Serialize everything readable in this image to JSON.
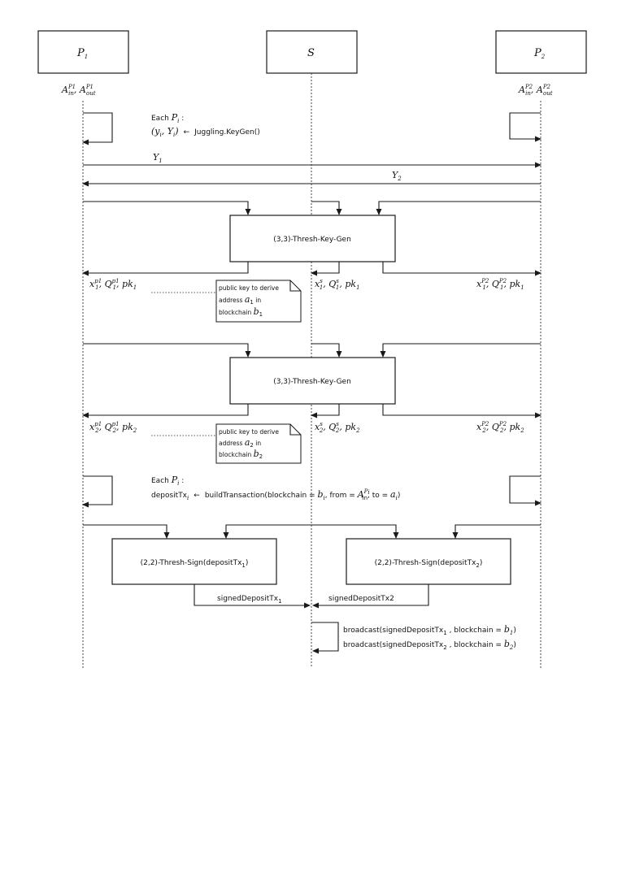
{
  "participants": {
    "p1": {
      "label": "P",
      "sub": "1"
    },
    "s": {
      "label": "S"
    },
    "p2": {
      "label": "P",
      "sub": "2"
    }
  },
  "accounts": {
    "p1": {
      "a": "A",
      "in_sup": "P1",
      "in_sub": "in",
      "sep": ", ",
      "out_sup": "P1",
      "out_sub": "out"
    },
    "p2": {
      "a": "A",
      "in_sup": "P2",
      "in_sub": "in",
      "sep": ", ",
      "out_sup": "P2",
      "out_sub": "out"
    }
  },
  "step1": {
    "each": "Each ",
    "pi": "P",
    "i": "i",
    "colon": " :",
    "keypair": "(y",
    "comma": ", Y",
    "close": ")",
    "arrow": "←",
    "call": "Juggling.KeyGen()"
  },
  "y1": {
    "label": "Y",
    "sub": "1"
  },
  "y2": {
    "label": "Y",
    "sub": "2"
  },
  "keygen1": {
    "label": "(3,3)-Thresh-Key-Gen",
    "out_p1": {
      "x": "x",
      "x_sup": "p1",
      "x_sub": "1",
      "q": ", Q",
      "q_sup": "p1",
      "q_sub": "1",
      "pk": ", pk",
      "pk_sub": "1"
    },
    "out_s": {
      "x": "x",
      "x_sup": "s",
      "x_sub": "1",
      "q": ", Q",
      "q_sup": "s",
      "q_sub": "1",
      "pk": ", pk",
      "pk_sub": "1"
    },
    "out_p2": {
      "x": "x",
      "x_sup": "P2",
      "x_sub": "1",
      "q": ", Q",
      "q_sup": "P2",
      "q_sub": "1",
      "pk": ", pk",
      "pk_sub": "1"
    },
    "note": {
      "l1": "public key to derive",
      "l2a": "address ",
      "l2v": "a",
      "l2s": "1",
      "l2b": " in",
      "l3a": "blockchain ",
      "l3v": "b",
      "l3s": "1"
    }
  },
  "keygen2": {
    "label": "(3,3)-Thresh-Key-Gen",
    "out_p1": {
      "x": "x",
      "x_sup": "p1",
      "x_sub": "2",
      "q": ", Q",
      "q_sup": "p1",
      "q_sub": "2",
      "pk": ", pk",
      "pk_sub": "2"
    },
    "out_s": {
      "x": "x",
      "x_sup": "s",
      "x_sub": "2",
      "q": ", Q",
      "q_sup": "s",
      "q_sub": "2",
      "pk": ", pk",
      "pk_sub": "2"
    },
    "out_p2": {
      "x": "x",
      "x_sup": "P2",
      "x_sub": "2",
      "q": ", Q",
      "q_sup": "P2",
      "q_sub": "2",
      "pk": ", pk",
      "pk_sub": "2"
    },
    "note": {
      "l1": "public key to derive",
      "l2a": "address ",
      "l2v": "a",
      "l2s": "2",
      "l2b": " in",
      "l3a": "blockchain ",
      "l3v": "b",
      "l3s": "2"
    }
  },
  "step2": {
    "each": "Each ",
    "pi": "P",
    "i": "i",
    "colon": " :",
    "dtx": "depositTx",
    "dtx_sub": "i",
    "arrow": "←",
    "call_a": "buildTransaction(blockchain = ",
    "b": "b",
    "b_sub": "i",
    "from": ", from = ",
    "a": "A",
    "a_sup": "P",
    "a_supsub": "i",
    "a_sub": "in",
    "to": ", to = ",
    "ai": "a",
    "ai_sub": "i",
    "end": ")"
  },
  "sign1": {
    "label": "(2,2)-Thresh-Sign(depositTx",
    "sub": "1",
    "close": ")",
    "out": "signedDepositTx",
    "out_sub": "1"
  },
  "sign2": {
    "label": "(2,2)-Thresh-Sign(depositTx",
    "sub": "2",
    "close": ")",
    "out": "signedDepositTx2"
  },
  "broadcast": {
    "l1a": "broadcast(signedDepositTx",
    "l1s": "1",
    "l1b": " , blockchain = ",
    "l1v": "b",
    "l1vs": "1",
    "l1c": ")",
    "l2a": "broadcast(signedDepositTx",
    "l2s": "2",
    "l2b": " , blockchain = ",
    "l2v": "b",
    "l2vs": "2",
    "l2c": ")"
  }
}
